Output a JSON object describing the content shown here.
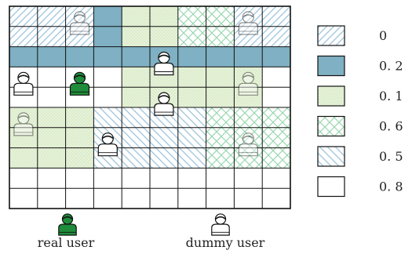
{
  "grid": {
    "rows": 10,
    "cols": 10,
    "regions": [
      {
        "pattern": "p0",
        "r0": 0,
        "c0": 0,
        "r1": 2,
        "c1": 3
      },
      {
        "pattern": "p02",
        "r0": 0,
        "c0": 3,
        "r1": 2,
        "c1": 4
      },
      {
        "pattern": "p01",
        "r0": 0,
        "c0": 4,
        "r1": 2,
        "c1": 6
      },
      {
        "pattern": "p06",
        "r0": 0,
        "c0": 6,
        "r1": 2,
        "c1": 8
      },
      {
        "pattern": "p0",
        "r0": 0,
        "c0": 8,
        "r1": 2,
        "c1": 10
      },
      {
        "pattern": "p02",
        "r0": 2,
        "c0": 0,
        "r1": 3,
        "c1": 10
      },
      {
        "pattern": "p08",
        "r0": 3,
        "c0": 0,
        "r1": 5,
        "c1": 4
      },
      {
        "pattern": "p01",
        "r0": 3,
        "c0": 4,
        "r1": 5,
        "c1": 9
      },
      {
        "pattern": "p08",
        "r0": 3,
        "c0": 9,
        "r1": 5,
        "c1": 10
      },
      {
        "pattern": "p01",
        "r0": 5,
        "c0": 0,
        "r1": 8,
        "c1": 3
      },
      {
        "pattern": "p05",
        "r0": 5,
        "c0": 3,
        "r1": 8,
        "c1": 7
      },
      {
        "pattern": "p06",
        "r0": 5,
        "c0": 7,
        "r1": 8,
        "c1": 10
      }
    ],
    "users": [
      {
        "type": "dummy",
        "row": 0,
        "col": 2,
        "faded": true
      },
      {
        "type": "dummy",
        "row": 0,
        "col": 8,
        "faded": true
      },
      {
        "type": "dummy",
        "row": 2,
        "col": 5,
        "faded": false
      },
      {
        "type": "dummy",
        "row": 3,
        "col": 0,
        "faded": false
      },
      {
        "type": "real",
        "row": 3,
        "col": 2,
        "faded": false
      },
      {
        "type": "dummy",
        "row": 3,
        "col": 8,
        "faded": true
      },
      {
        "type": "dummy",
        "row": 4,
        "col": 5,
        "faded": false
      },
      {
        "type": "dummy",
        "row": 5,
        "col": 0,
        "faded": true
      },
      {
        "type": "dummy",
        "row": 6,
        "col": 3,
        "faded": false
      },
      {
        "type": "dummy",
        "row": 6,
        "col": 8,
        "faded": true
      }
    ]
  },
  "legend": [
    {
      "pattern": "p0",
      "label": "0"
    },
    {
      "pattern": "p02",
      "label": "0. 2"
    },
    {
      "pattern": "p01",
      "label": "0. 1"
    },
    {
      "pattern": "p06",
      "label": "0. 6"
    },
    {
      "pattern": "p05",
      "label": "0. 5"
    },
    {
      "pattern": "p08",
      "label": "0. 8"
    }
  ],
  "user_key": {
    "real_label": "real user",
    "dummy_label": "dummy user"
  },
  "colors": {
    "hatch_blue": "#9cc3dd",
    "solid_teal": "#7fb0c3",
    "dotted_green": "#e4f1d6",
    "cross_green": "#9ad7b0",
    "real_user": "#1e8c3a",
    "dummy_user": "#ffffff"
  }
}
